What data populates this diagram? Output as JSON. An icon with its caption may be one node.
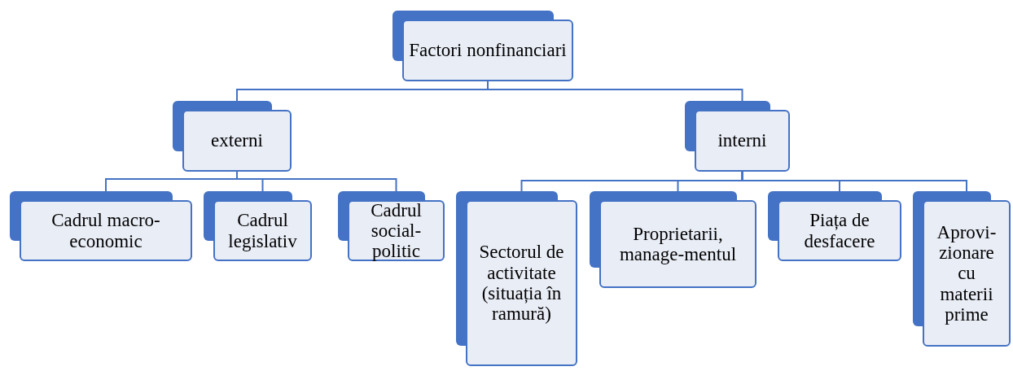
{
  "diagram": {
    "nodes": [
      {
        "text": [
          "Factori nonfinanciari"
        ]
      },
      {
        "text": [
          "externi"
        ]
      },
      {
        "text": [
          "interni"
        ]
      },
      {
        "text": [
          "Cadrul macro-economic"
        ]
      },
      {
        "text": [
          "Cadrul legislativ"
        ]
      },
      {
        "text": [
          "Cadrul social-politic"
        ]
      },
      {
        "text": [
          "Sectorul de activitate (situația în ramură)"
        ]
      },
      {
        "text": [
          "Proprietarii, manage-mentul"
        ]
      },
      {
        "text": [
          "Piața de desfacere"
        ]
      },
      {
        "text": [
          "Aprovi-zionare cu materii prime"
        ]
      }
    ],
    "edges": [
      {
        "from": 0,
        "to": 1,
        "arrow": "none"
      },
      {
        "from": 0,
        "to": 2,
        "arrow": "none"
      },
      {
        "from": 1,
        "to": 3,
        "arrow": "none"
      },
      {
        "from": 1,
        "to": 4,
        "arrow": "none"
      },
      {
        "from": 1,
        "to": 5,
        "arrow": "none"
      },
      {
        "from": 2,
        "to": 6,
        "arrow": "none"
      },
      {
        "from": 2,
        "to": 7,
        "arrow": "none"
      },
      {
        "from": 2,
        "to": 8,
        "arrow": "none"
      },
      {
        "from": 2,
        "to": 9,
        "arrow": "none"
      }
    ]
  }
}
